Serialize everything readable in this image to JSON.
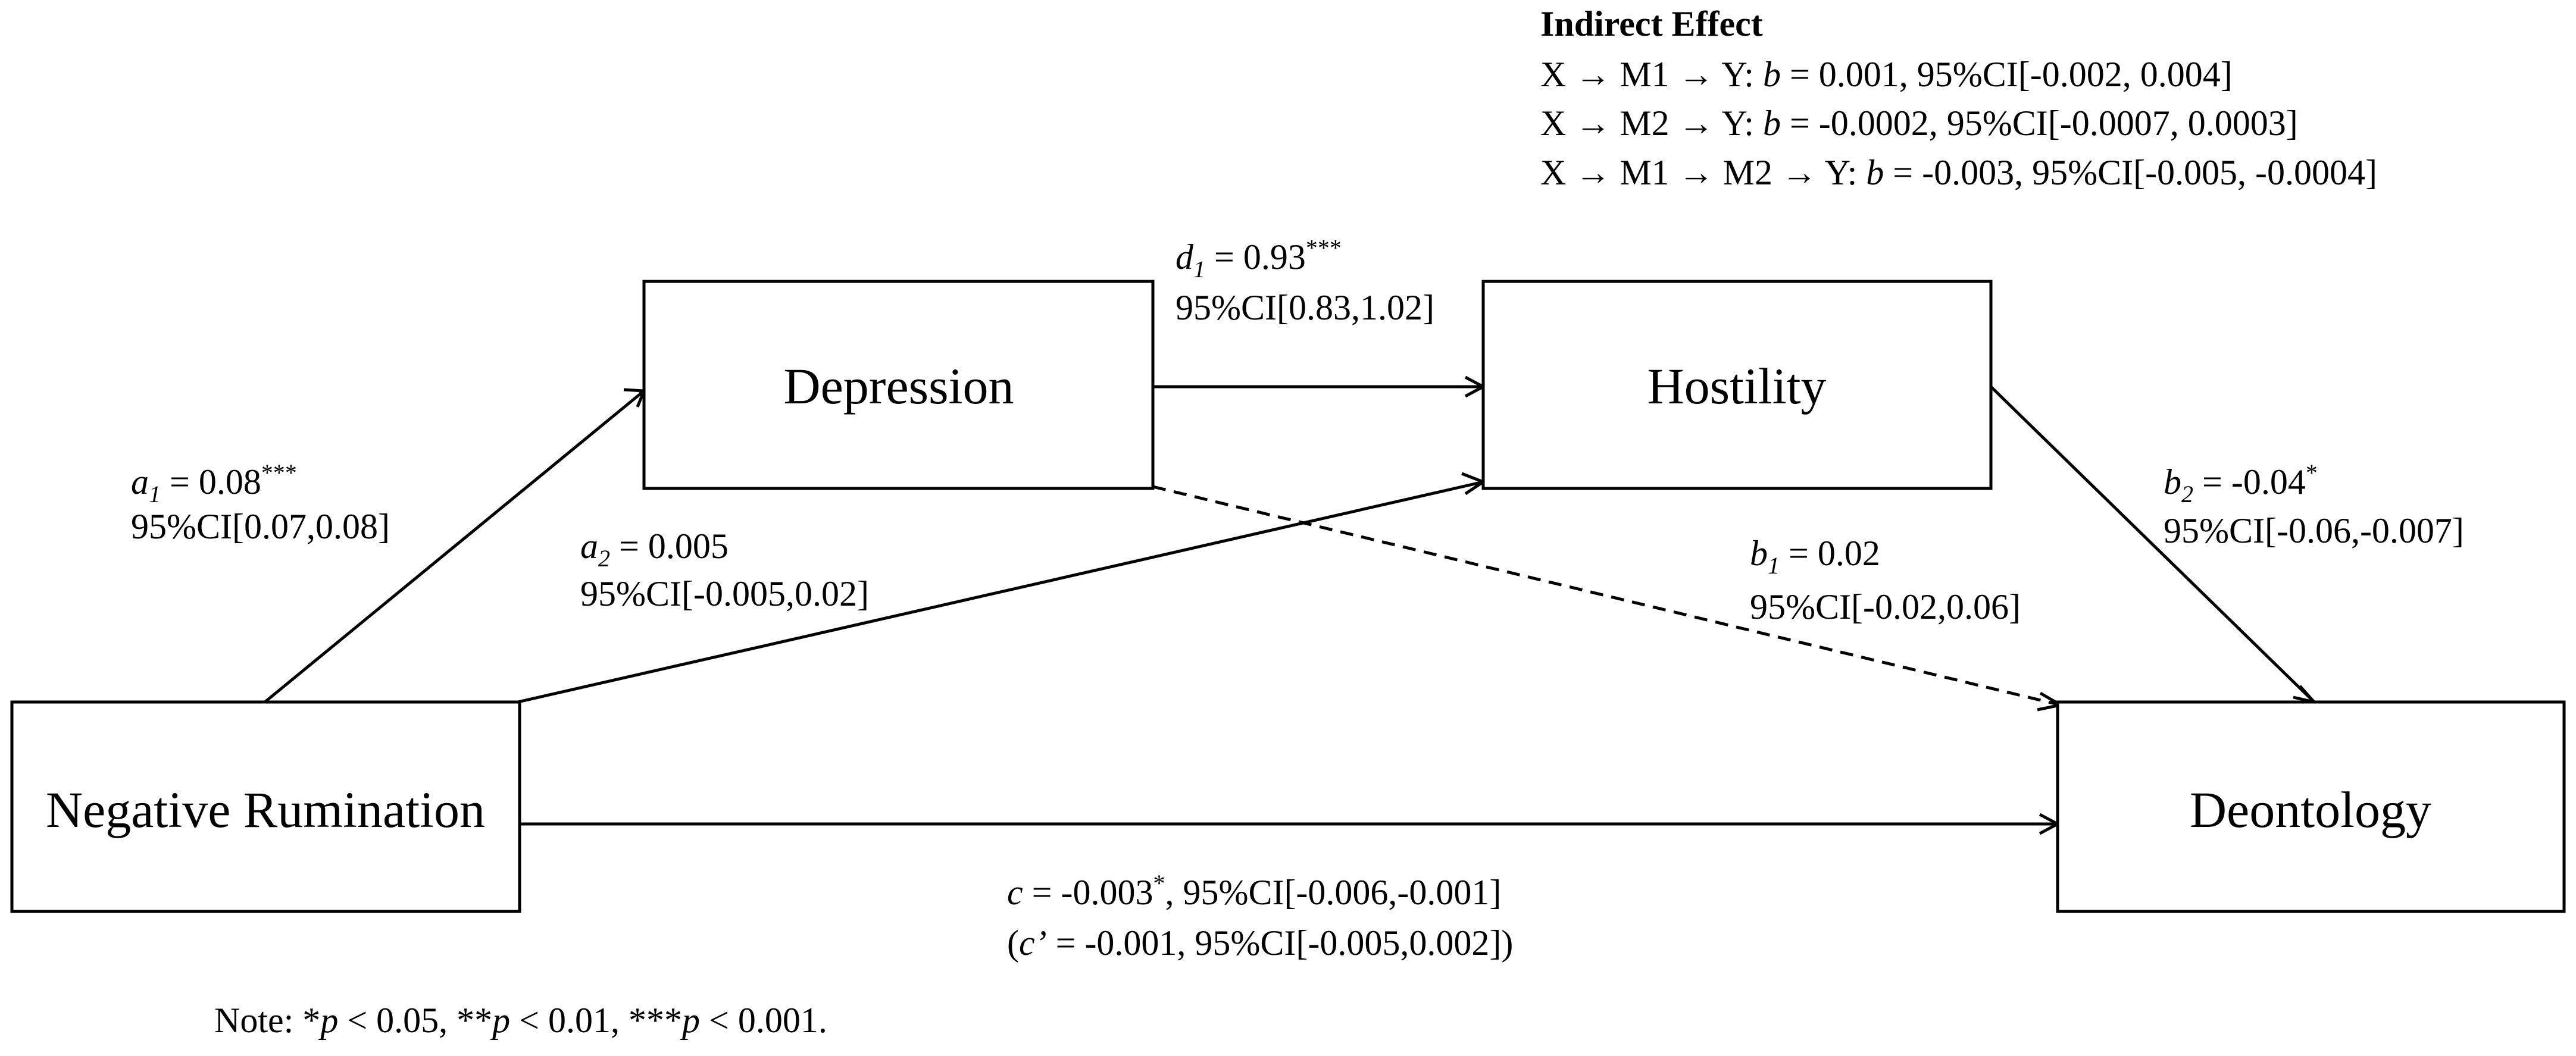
{
  "nodes": {
    "depression": "Depression",
    "hostility": "Hostility",
    "rumination": "Negative Rumination",
    "deontology": "Deontology"
  },
  "paths": {
    "a1": {
      "sym": "a",
      "sub": "1",
      "est": " = 0.08",
      "sig": "***",
      "ci": "95%CI[0.07,0.08]"
    },
    "a2": {
      "sym": "a",
      "sub": "2",
      "est": " = 0.005",
      "sig": "",
      "ci": "95%CI[-0.005,0.02]"
    },
    "d1": {
      "sym": "d",
      "sub": "1",
      "est": " = 0.93",
      "sig": "***",
      "ci": "95%CI[0.83,1.02]"
    },
    "b1": {
      "sym": "b",
      "sub": "1",
      "est": " = 0.02",
      "sig": "",
      "ci": "95%CI[-0.02,0.06]"
    },
    "b2": {
      "sym": "b",
      "sub": "2",
      "est": " = -0.04",
      "sig": "*",
      "ci": "95%CI[-0.06,-0.007]"
    },
    "c": {
      "sym": "c",
      "est": " = -0.003",
      "sig": "*",
      "ci": ", 95%CI[-0.006,-0.001]"
    },
    "c_prime": {
      "open": "(",
      "sym": "c’",
      "rest": " = -0.001, 95%CI[-0.005,0.002])"
    }
  },
  "indirect": {
    "title": "Indirect Effect",
    "rows": [
      {
        "path": "X → M1  → Y: ",
        "b": "b",
        "rest": " = 0.001, 95%CI[-0.002, 0.004]"
      },
      {
        "path": "X → M2  → Y: ",
        "b": "b",
        "rest": " = -0.0002, 95%CI[-0.0007, 0.0003]"
      },
      {
        "path": "X → M1 → M2 → Y: ",
        "b": "b",
        "rest": " = -0.003, 95%CI[-0.005, -0.0004]"
      }
    ]
  },
  "note": {
    "lead": "Note: ",
    "s1": "*",
    "p1": "p",
    "t1": " < 0.05, ",
    "s2": "**",
    "p2": "p",
    "t2": " < 0.01, ",
    "s3": "***",
    "p3": "p",
    "t3": " < 0.001."
  }
}
